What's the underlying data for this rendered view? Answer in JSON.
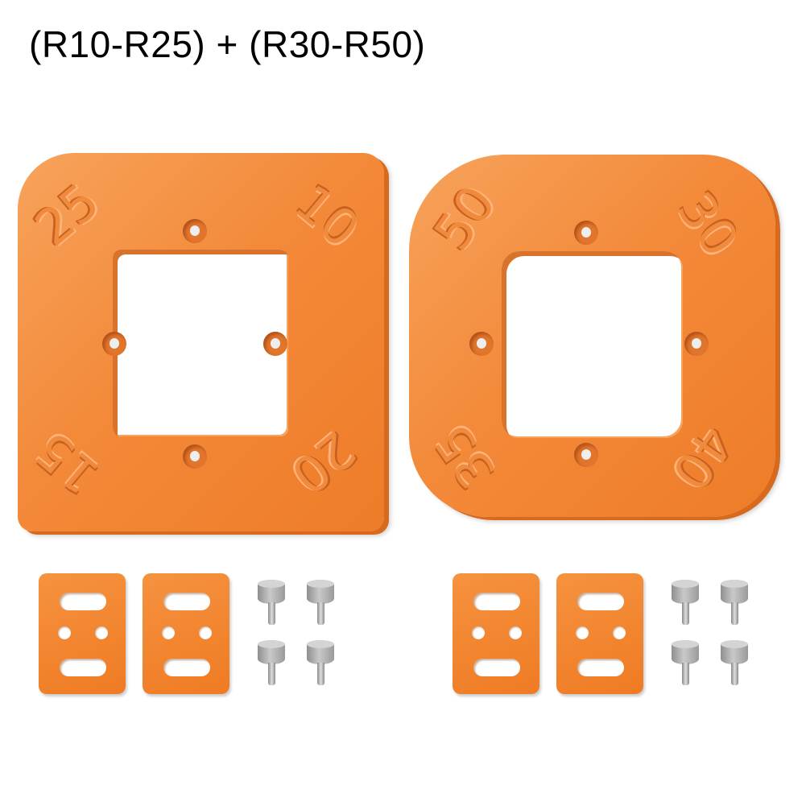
{
  "title": "(R10-R25) + (R30-R50)",
  "colors": {
    "plate_orange": "#f38a3a",
    "shim_orange": "#ef7b23",
    "screw_gray": "#a8a8a8",
    "background": "#ffffff"
  },
  "templates": [
    {
      "name": "template-r10-r25",
      "shape": "square-window",
      "corner_labels": {
        "top_left": "25",
        "top_right": "10",
        "bottom_left": "15",
        "bottom_right": "20"
      }
    },
    {
      "name": "template-r30-r50",
      "shape": "rounded-square-window",
      "corner_labels": {
        "top_left": "50",
        "top_right": "30",
        "bottom_left": "35",
        "bottom_right": "40"
      }
    }
  ],
  "accessories": [
    {
      "group": "left",
      "shims": 2,
      "thumb_screws": 4
    },
    {
      "group": "right",
      "shims": 2,
      "thumb_screws": 4
    }
  ]
}
